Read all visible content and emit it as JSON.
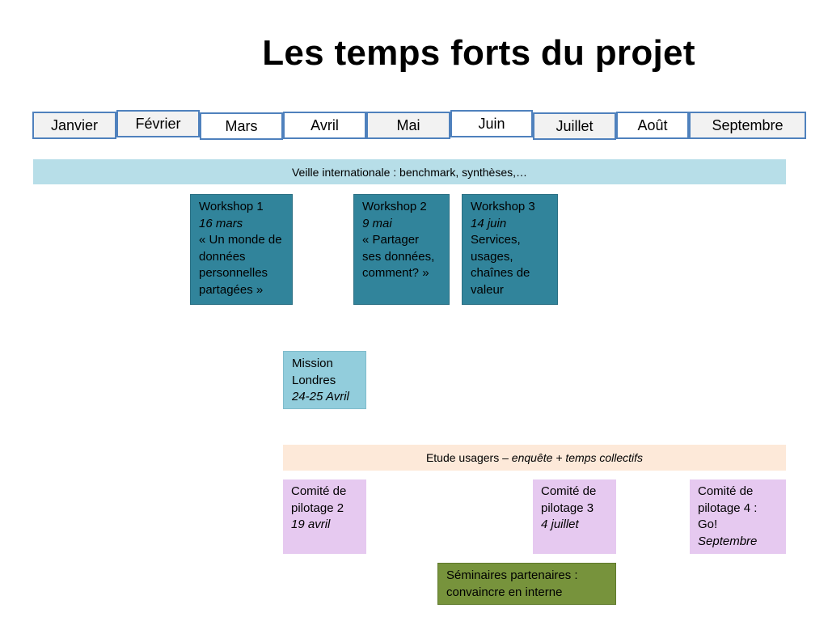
{
  "title": "Les temps forts du projet",
  "months": [
    "Janvier",
    "Février",
    "Mars",
    "Avril",
    "Mai",
    "Juin",
    "Juillet",
    "Août",
    "Septembre"
  ],
  "veille": "Veille internationale : benchmark, synthèses,…",
  "workshops": [
    {
      "name": "Workshop 1",
      "date": "16 mars",
      "desc": "« Un monde de données personnelles partagées »"
    },
    {
      "name": "Workshop 2",
      "date": "9 mai",
      "desc": "« Partager ses données, comment? »"
    },
    {
      "name": "Workshop 3",
      "date": "14 juin",
      "desc": "Services, usages, chaînes de valeur"
    }
  ],
  "mission": {
    "name": "Mission Londres",
    "date": "24-25 Avril"
  },
  "etude": {
    "label": "Etude usagers – ",
    "detail": "enquête + temps collectifs"
  },
  "comites": [
    {
      "name": "Comité de pilotage 2",
      "date": "19 avril"
    },
    {
      "name": "Comité de pilotage 3",
      "date": "4 juillet"
    },
    {
      "name": "Comité de pilotage 4 : Go!",
      "date": "Septembre"
    }
  ],
  "seminaires": "Séminaires partenaires : convaincre en interne",
  "colors": {
    "month_border": "#4f81bd",
    "veille_bg": "#b7dee8",
    "workshop_bg": "#31849b",
    "mission_bg": "#92cddc",
    "etude_bg": "#fde9d9",
    "comite_bg": "#e6c9f0",
    "seminaire_bg": "#77933c"
  }
}
